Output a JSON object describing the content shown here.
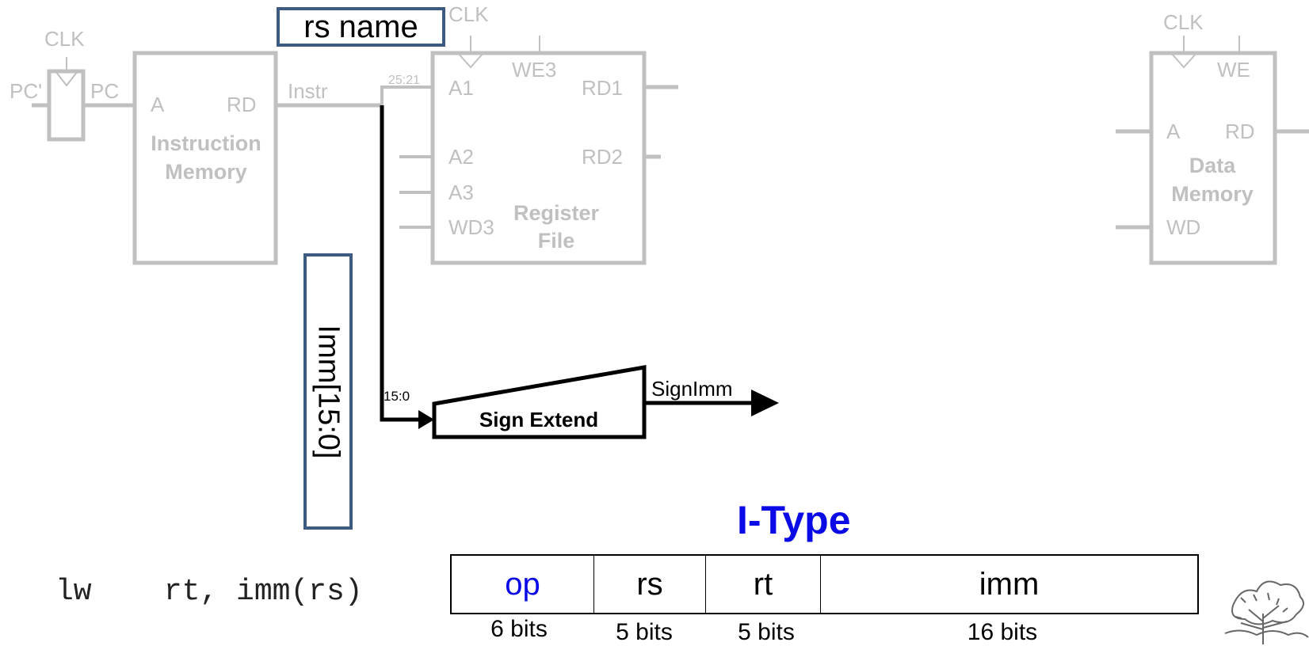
{
  "callouts": {
    "rs_name": "rs name",
    "imm": "Imm[15:0]"
  },
  "datapath": {
    "pc_reg": {
      "clk": "CLK",
      "input": "PC'",
      "output": "PC"
    },
    "instr_mem": {
      "port_a": "A",
      "port_rd": "RD",
      "title_line1": "Instruction",
      "title_line2": "Memory"
    },
    "instr_signal": "Instr",
    "bits_rs": "25:21",
    "bits_imm": "15:0",
    "reg_file": {
      "clk": "CLK",
      "we": "WE3",
      "a1": "A1",
      "a2": "A2",
      "a3": "A3",
      "wd": "WD3",
      "rd1": "RD1",
      "rd2": "RD2",
      "title_line1": "Register",
      "title_line2": "File"
    },
    "sign_extend": "Sign Extend",
    "sign_imm": "SignImm",
    "data_mem": {
      "clk": "CLK",
      "we": "WE",
      "port_a": "A",
      "port_rd": "RD",
      "wd": "WD",
      "title_line1": "Data",
      "title_line2": "Memory"
    }
  },
  "instruction": "lw    rt, imm(rs)",
  "itype": {
    "title": "I-Type",
    "fields": [
      {
        "name": "op",
        "bits": "6 bits",
        "highlight": true
      },
      {
        "name": "rs",
        "bits": "5 bits",
        "highlight": false
      },
      {
        "name": "rt",
        "bits": "5 bits",
        "highlight": false
      },
      {
        "name": "imm",
        "bits": "16 bits",
        "highlight": false
      }
    ]
  },
  "colors": {
    "faded": "#c0c0c0",
    "active": "#000000",
    "callout_border": "#3d5a80",
    "title_blue": "#0a0ae6"
  }
}
